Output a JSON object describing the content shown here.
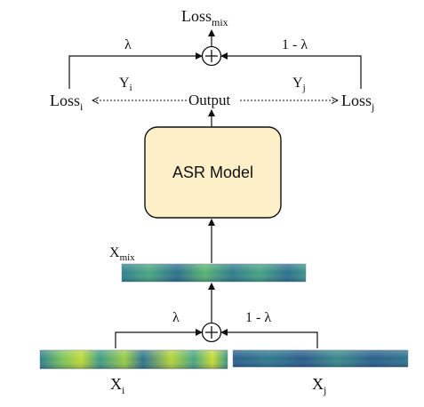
{
  "labels": {
    "loss_mix_main": "Loss",
    "loss_mix_sub": "mix",
    "lambda_top": "λ",
    "one_minus_lambda_top": "1 - λ",
    "loss_i_main": "Loss",
    "loss_i_sub": "i",
    "loss_j_main": "Loss",
    "loss_j_sub": "j",
    "y_i_main": "Y",
    "y_i_sub": "i",
    "y_j_main": "Y",
    "y_j_sub": "j",
    "output": "Output",
    "asr_model": "ASR Model",
    "x_mix_main": "X",
    "x_mix_sub": "mix",
    "lambda_bottom": "λ",
    "one_minus_lambda_bottom": "1 - λ",
    "x_i_main": "X",
    "x_i_sub": "i",
    "x_j_main": "X",
    "x_j_sub": "j"
  },
  "colors": {
    "model_box_fill": "#fdefc8",
    "stroke": "#111111",
    "spectrogram_dark": "#2d6f8e",
    "spectrogram_mid": "#3b9b86",
    "spectrogram_bright": "#a6d43a"
  },
  "icons": {
    "sum_node": "circled-plus-icon"
  }
}
